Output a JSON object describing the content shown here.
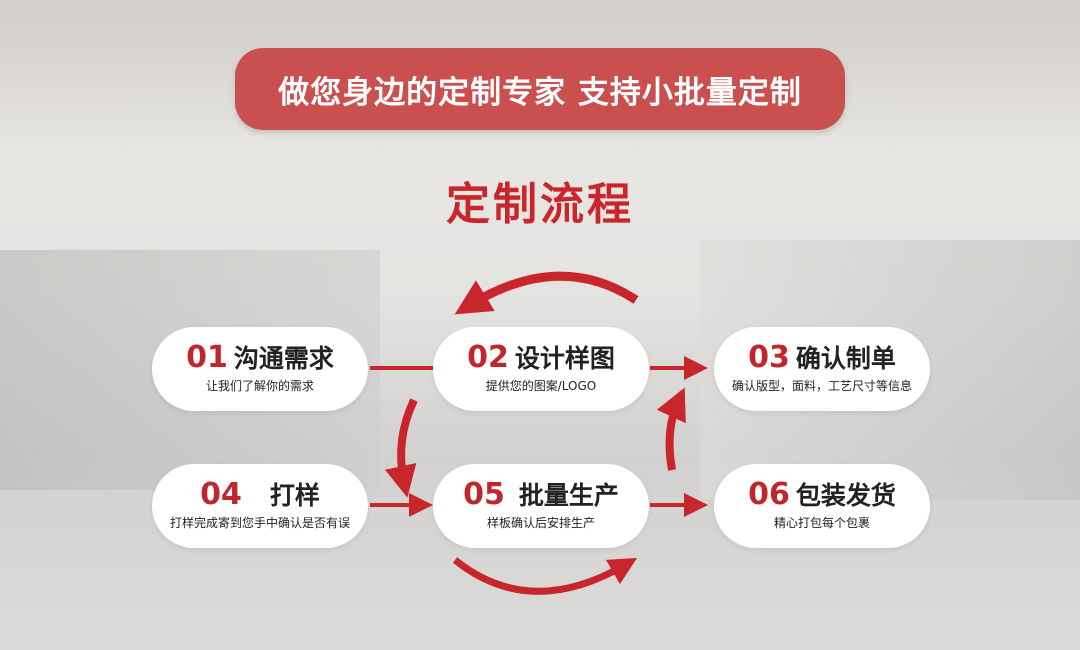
{
  "banner": {
    "text": "做您身边的定制专家 支持小批量定制"
  },
  "title": "定制流程",
  "steps": [
    {
      "num": "01",
      "title": "沟通需求",
      "desc": "让我们了解你的需求"
    },
    {
      "num": "02",
      "title": "设计样图",
      "desc": "提供您的图案/LOGO"
    },
    {
      "num": "03",
      "title": "确认制单",
      "desc": "确认版型，面料，工艺尺寸等信息"
    },
    {
      "num": "04",
      "title": "打样",
      "desc": "打样完成寄到您手中确认是否有误"
    },
    {
      "num": "05",
      "title": "批量生产",
      "desc": "样板确认后安排生产"
    },
    {
      "num": "06",
      "title": "包装发货",
      "desc": "精心打包每个包裹"
    }
  ],
  "colors": {
    "accent": "#c8262a",
    "banner": "#c9504e"
  }
}
